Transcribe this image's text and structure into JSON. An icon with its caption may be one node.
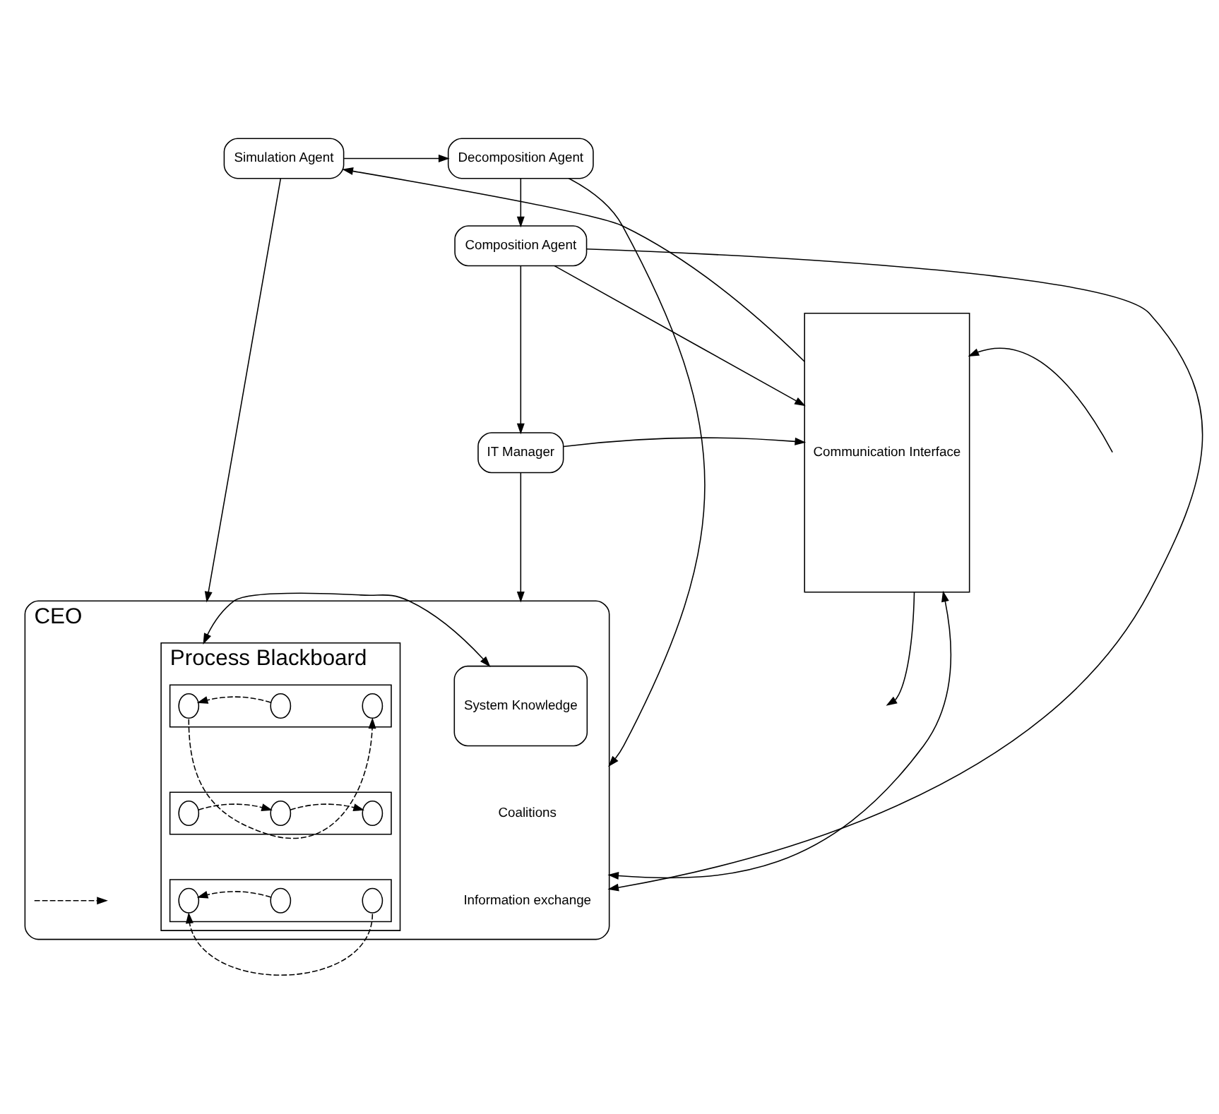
{
  "diagram": {
    "nodes": [
      {
        "text": [
          "Decomposition Agent"
        ]
      },
      {
        "text": [
          "Simulation Agent"
        ]
      },
      {
        "text": [
          "Composition Agent"
        ]
      },
      {
        "text": [
          "IT Manager"
        ]
      },
      {
        "text": [
          "CEO"
        ]
      },
      {
        "text": [
          "System Knowledge"
        ],
        "in": 4
      },
      {
        "text": [
          "Process Blackboard"
        ],
        "in": 4
      },
      {
        "text": [],
        "shape": "box",
        "in": 6
      },
      {
        "text": [],
        "shape": "circle",
        "in": 7
      },
      {
        "text": [],
        "shape": "circle",
        "in": 7
      },
      {
        "text": [],
        "shape": "circle",
        "in": 7
      },
      {
        "text": [],
        "shape": "box",
        "in": 6
      },
      {
        "text": [],
        "shape": "circle",
        "in": 11
      },
      {
        "text": [],
        "shape": "circle",
        "in": 11
      },
      {
        "text": [],
        "shape": "circle",
        "in": 11
      },
      {
        "text": [],
        "shape": "box",
        "in": 6
      },
      {
        "text": [],
        "shape": "circle",
        "in": 15
      },
      {
        "text": [],
        "shape": "circle",
        "in": 15
      },
      {
        "text": [],
        "shape": "circle",
        "in": 15
      },
      {
        "text": [
          "Communication Interface"
        ]
      }
    ],
    "edges": [
      {
        "from": 1,
        "to": 0,
        "arrow": "to"
      },
      {
        "from": 19,
        "to": 1,
        "arrow": "to"
      },
      {
        "from": 0,
        "to": 2,
        "arrow": "to"
      },
      {
        "from": 2,
        "to": 3,
        "arrow": "to"
      },
      {
        "from": 2,
        "to": 19,
        "arrow": "to"
      },
      {
        "from": 3,
        "to": 19,
        "arrow": "to"
      },
      {
        "from": 3,
        "to": 4,
        "arrow": "to"
      },
      {
        "from": 1,
        "to": 4,
        "arrow": "to"
      },
      {
        "from": 0,
        "to": 4,
        "arrow": "to"
      },
      {
        "from": 2,
        "to": 4,
        "arrow": "to"
      },
      {
        "from": 5,
        "to": 6,
        "arrow": "both"
      },
      {
        "from": 4,
        "to": 19,
        "arrow": "both"
      },
      {
        "from": null,
        "to": 19,
        "arrow": "to"
      },
      {
        "from": 19,
        "to": null,
        "arrow": "to"
      },
      {
        "from": 9,
        "to": 8,
        "arrow": "to",
        "style": "dashed"
      },
      {
        "from": 8,
        "to": 10,
        "arrow": "to",
        "style": "dashed"
      },
      {
        "from": 12,
        "to": 13,
        "arrow": "to",
        "style": "dashed"
      },
      {
        "from": 13,
        "to": 14,
        "arrow": "to",
        "style": "dashed"
      },
      {
        "from": 17,
        "to": 16,
        "arrow": "to",
        "style": "dashed"
      },
      {
        "from": 18,
        "to": 16,
        "arrow": "to",
        "style": "dashed"
      }
    ],
    "legend": [
      {
        "text": "Coalitions"
      },
      {
        "text": "Information exchange"
      }
    ]
  }
}
